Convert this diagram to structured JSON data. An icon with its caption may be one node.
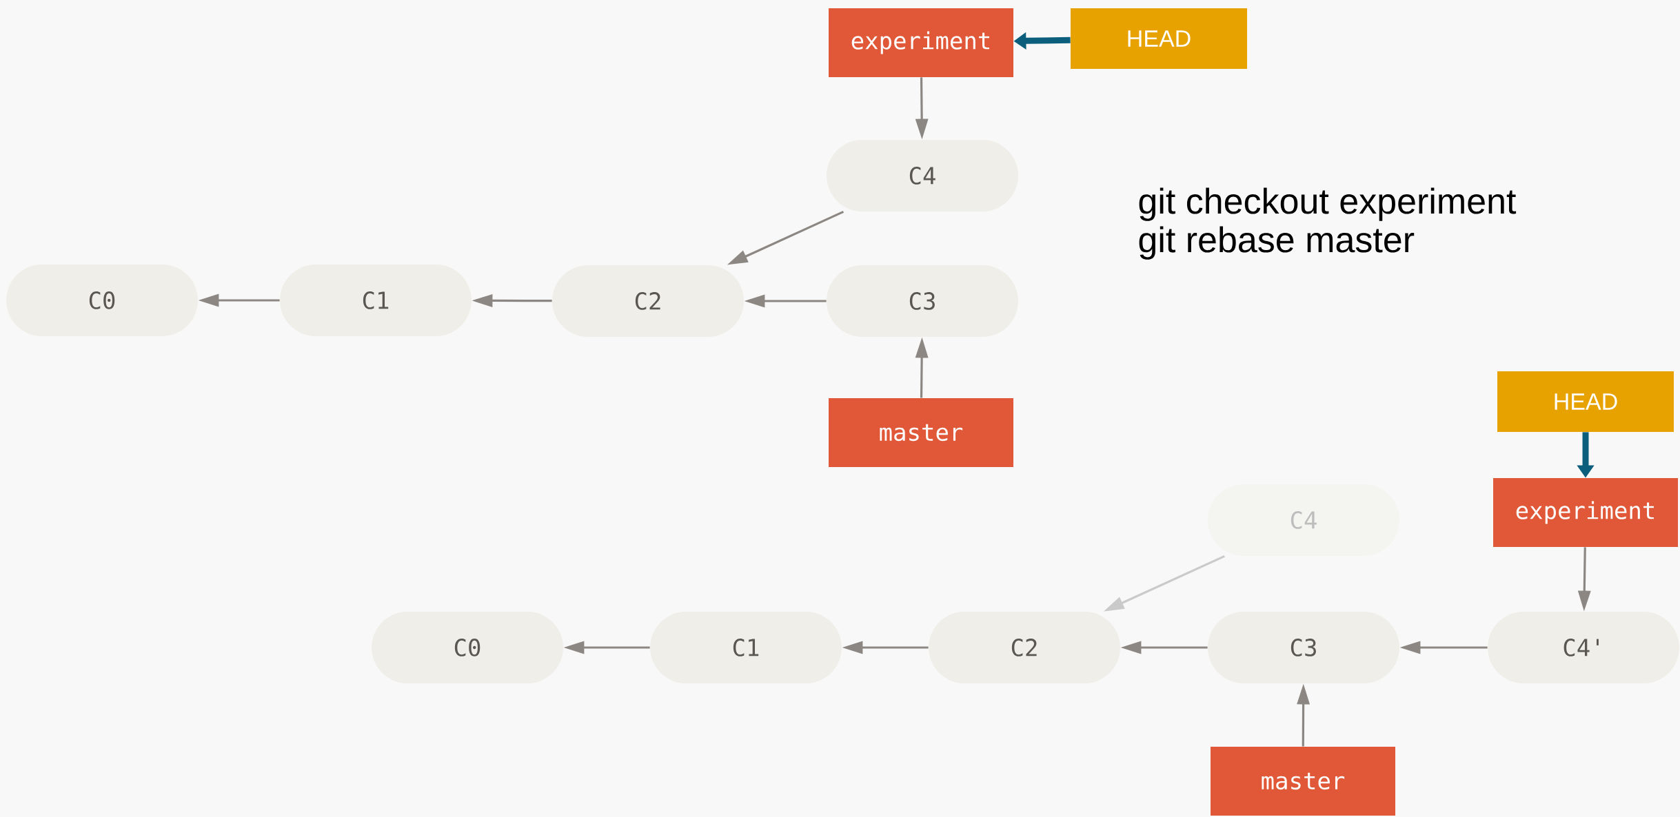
{
  "diagram": {
    "nodes": [
      {
        "text": [
          "experiment"
        ]
      },
      {
        "text": [
          "HEAD"
        ]
      },
      {
        "text": [
          "C4"
        ]
      },
      {
        "text": [
          "C0"
        ]
      },
      {
        "text": [
          "C1"
        ]
      },
      {
        "text": [
          "C2"
        ]
      },
      {
        "text": [
          "C3"
        ]
      },
      {
        "text": [
          "master"
        ]
      },
      {
        "text": [
          "HEAD"
        ]
      },
      {
        "text": [
          "experiment"
        ]
      },
      {
        "text": [
          "C4"
        ]
      },
      {
        "text": [
          "C0"
        ]
      },
      {
        "text": [
          "C1"
        ]
      },
      {
        "text": [
          "C2"
        ]
      },
      {
        "text": [
          "C3"
        ]
      },
      {
        "text": [
          "C4'"
        ]
      },
      {
        "text": [
          "master"
        ]
      }
    ],
    "edges": [
      {
        "from": 1,
        "to": 0,
        "arrow": "to",
        "style": "thick",
        "color": "#0b5f7c"
      },
      {
        "from": 0,
        "to": 2,
        "arrow": "to"
      },
      {
        "from": 2,
        "to": 5,
        "arrow": "to"
      },
      {
        "from": 4,
        "to": 3,
        "arrow": "to"
      },
      {
        "from": 5,
        "to": 4,
        "arrow": "to"
      },
      {
        "from": 6,
        "to": 5,
        "arrow": "to"
      },
      {
        "from": 7,
        "to": 6,
        "arrow": "to"
      },
      {
        "from": 8,
        "to": 9,
        "arrow": "to",
        "style": "thick",
        "color": "#0b5f7c"
      },
      {
        "from": 9,
        "to": 15,
        "arrow": "to"
      },
      {
        "from": 10,
        "to": 13,
        "arrow": "to",
        "color": "#cacaca"
      },
      {
        "from": 12,
        "to": 11,
        "arrow": "to"
      },
      {
        "from": 13,
        "to": 12,
        "arrow": "to"
      },
      {
        "from": 14,
        "to": 13,
        "arrow": "to"
      },
      {
        "from": 15,
        "to": 14,
        "arrow": "to"
      },
      {
        "from": 16,
        "to": 14,
        "arrow": "to"
      }
    ],
    "labels": [
      "git checkout experiment",
      "git rebase master"
    ]
  }
}
